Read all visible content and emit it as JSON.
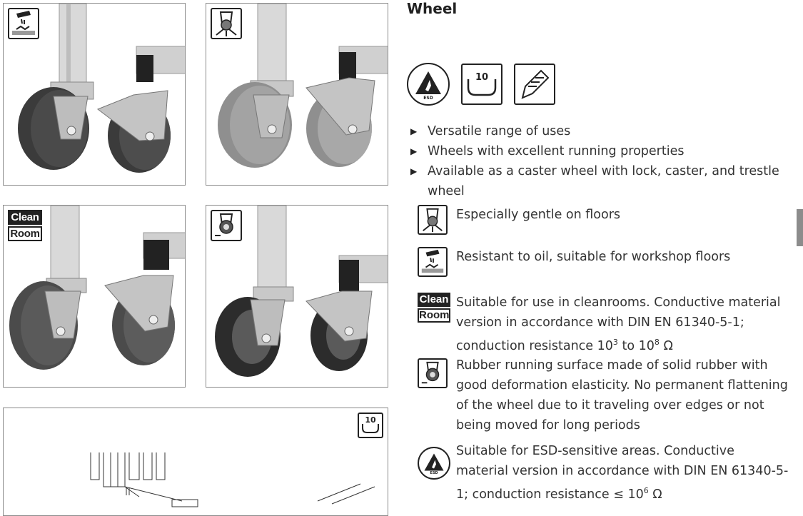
{
  "heading": "Wheel",
  "top_icons": [
    "esd-warning-icon",
    "edge-depth-10-icon",
    "drill-bit-icon"
  ],
  "esd_label": "ESD",
  "depth_value": "10",
  "panels": {
    "top_left_icon": "oil-resistant-icon",
    "top_right_icon": "gentle-floor-icon",
    "mid_left_badge_line1": "Clean",
    "mid_left_badge_line2": "Room",
    "mid_right_icon": "rubber-wheel-icon",
    "bottom_icon_value": "10"
  },
  "bullets": [
    "Versatile range of uses",
    "Wheels with excellent running properties",
    "Available as a caster wheel with lock, caster, and trestle wheel"
  ],
  "features": [
    {
      "icon": "gentle-floor-icon",
      "text": "Especially gentle on floors"
    },
    {
      "icon": "oil-resistant-icon",
      "text": "Resistant to oil, suitable for workshop floors"
    },
    {
      "icon": "clean-room-badge",
      "badge1": "Clean",
      "badge2": "Room",
      "text_a": "Suitable for use in cleanrooms. Conductive material version in accordance with DIN EN 61340-5-1; conduction resistance 10",
      "sup1": "3",
      "text_b": " to 10",
      "sup2": "8",
      "text_c": " Ω"
    },
    {
      "icon": "rubber-wheel-icon",
      "text": "Rubber running surface made of solid rubber with good deformation elasticity. No permanent flattening of the wheel due to it traveling over edges or not being moved for long periods"
    },
    {
      "icon": "esd-warning-icon",
      "text_a": "Suitable for ESD-sensitive areas. Conductive material version in accordance with DIN EN 61340-5-1; conduction resistance ≤ 10",
      "sup1": "6",
      "text_b": " Ω"
    }
  ]
}
